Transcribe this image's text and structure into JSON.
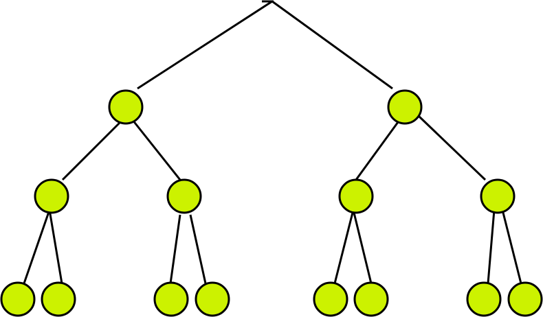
{
  "diagram": {
    "type": "binary-tree",
    "depth": 3,
    "node_count": 14,
    "levels": [
      [
        "n1",
        "n2"
      ],
      [
        "n1a",
        "n1b",
        "n2a",
        "n2b"
      ],
      [
        "n1a1",
        "n1a2",
        "n1b1",
        "n1b2",
        "n2a1",
        "n2a2",
        "n2b1",
        "n2b2"
      ]
    ],
    "edges": [
      [
        "root",
        "n1"
      ],
      [
        "root",
        "n2"
      ],
      [
        "n1",
        "n1a"
      ],
      [
        "n1",
        "n1b"
      ],
      [
        "n2",
        "n2a"
      ],
      [
        "n2",
        "n2b"
      ],
      [
        "n1a",
        "n1a1"
      ],
      [
        "n1a",
        "n1a2"
      ],
      [
        "n1b",
        "n1b1"
      ],
      [
        "n1b",
        "n1b2"
      ],
      [
        "n2a",
        "n2a1"
      ],
      [
        "n2a",
        "n2a2"
      ],
      [
        "n2b",
        "n2b1"
      ],
      [
        "n2b",
        "n2b2"
      ]
    ]
  },
  "colors": {
    "node_fill": "#ccf200",
    "stroke": "#000000",
    "background": "#ffffff"
  }
}
